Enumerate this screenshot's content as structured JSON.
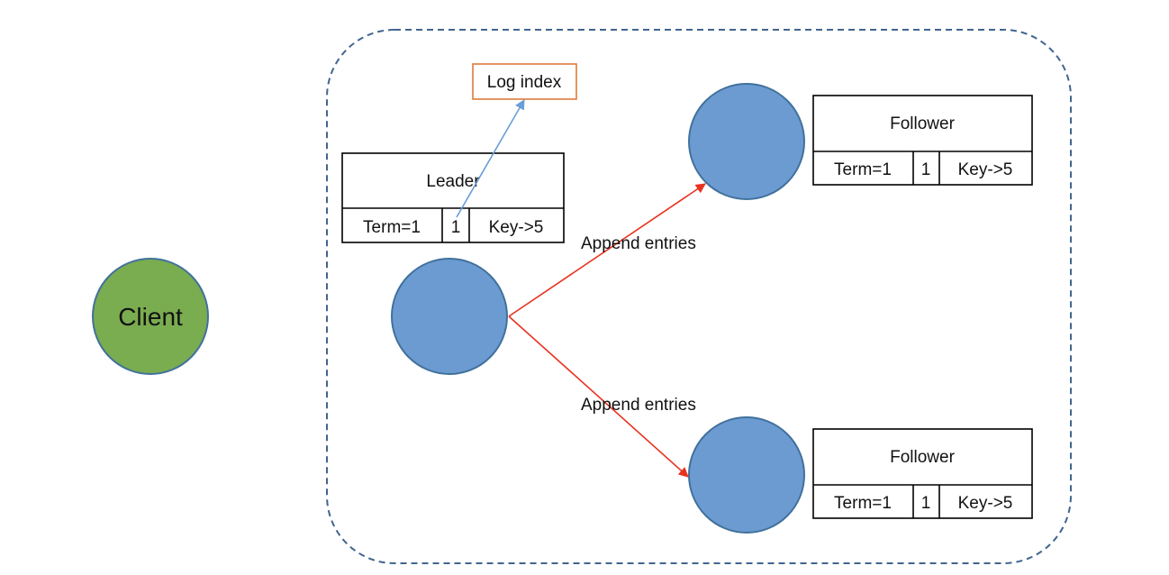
{
  "client": {
    "label": "Client"
  },
  "leader": {
    "title": "Leader",
    "term": "Term=1",
    "index": "1",
    "entry": "Key->5"
  },
  "followers": [
    {
      "title": "Follower",
      "term": "Term=1",
      "index": "1",
      "entry": "Key->5"
    },
    {
      "title": "Follower",
      "term": "Term=1",
      "index": "1",
      "entry": "Key->5"
    }
  ],
  "callout": {
    "label": "Log index"
  },
  "edges": [
    {
      "label": "Append entries"
    },
    {
      "label": "Append entries"
    }
  ],
  "colors": {
    "node": "#6b9bd1",
    "client": "#7aac50",
    "replication_arrow": "#e8321f",
    "callout_arrow": "#6a9ed6",
    "callout_border": "#e07a3a",
    "cluster_border": "#41658f"
  }
}
